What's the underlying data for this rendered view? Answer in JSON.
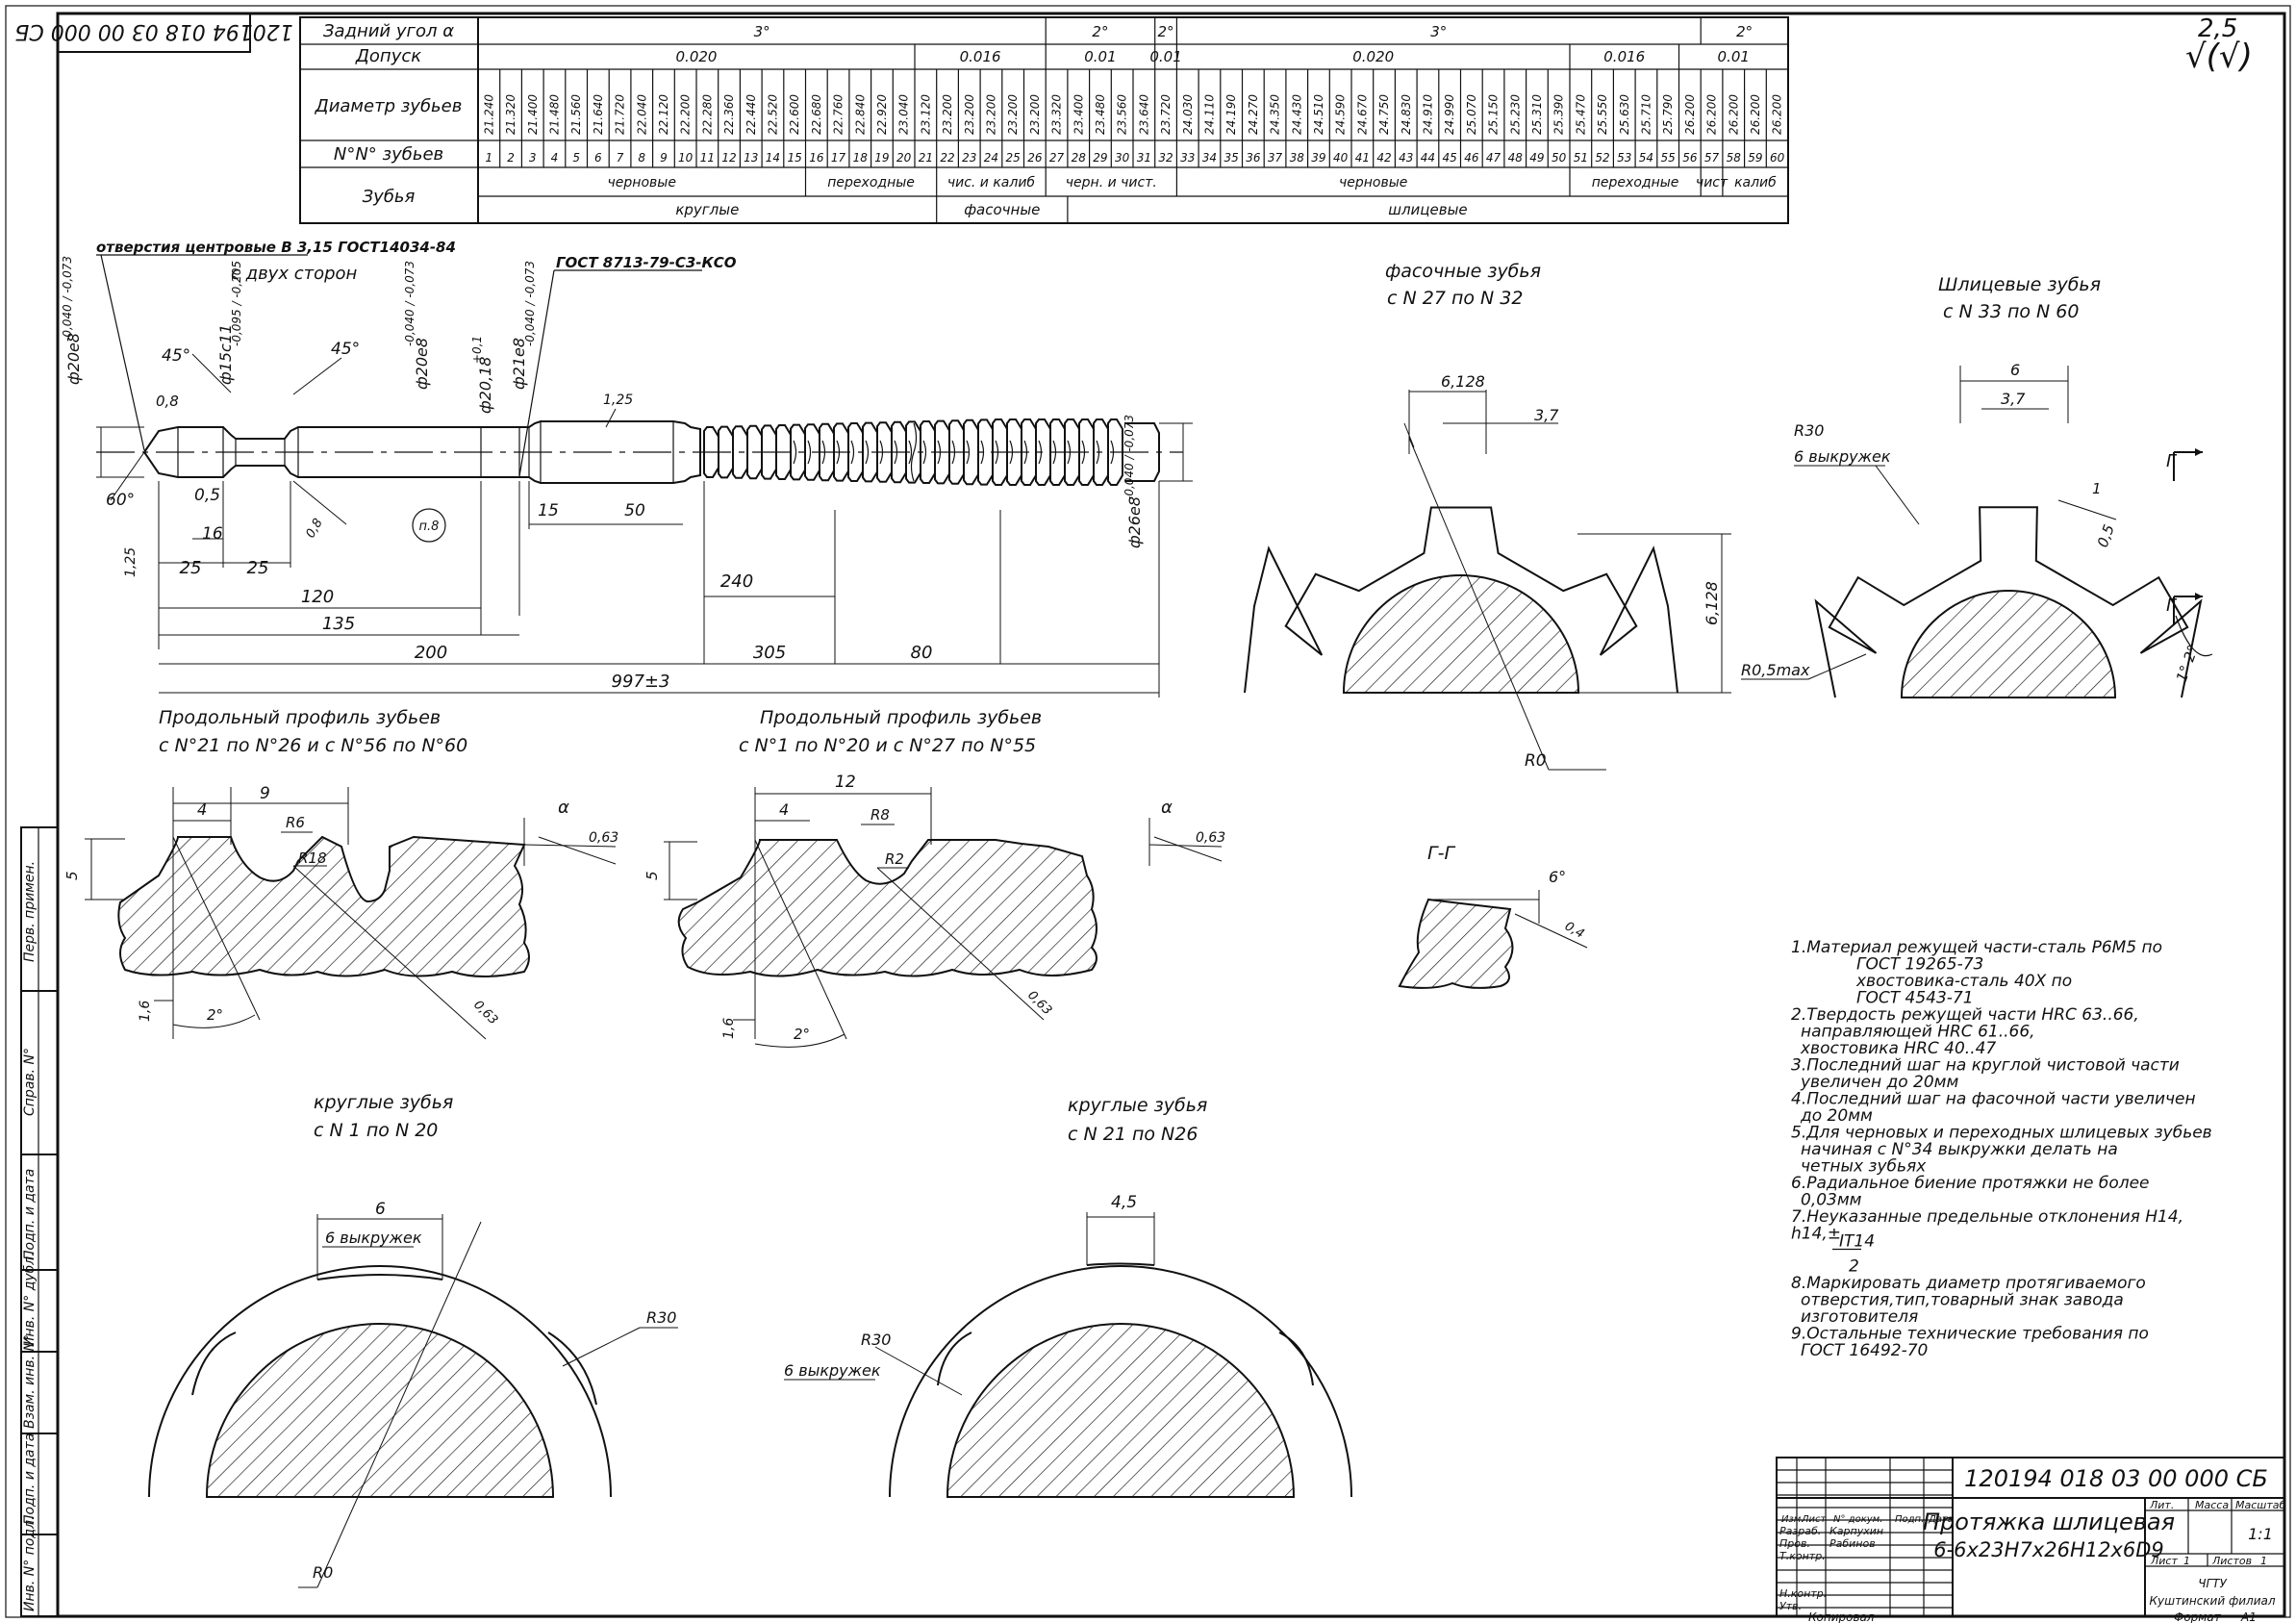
{
  "drawing": {
    "stamp_rotated": "120194 018 03 00 000 СБ",
    "roughness": "2,5",
    "roughness_symbol": "√(√)"
  },
  "tooth_table": {
    "row_labels": [
      "Задний угол α",
      "Допуск",
      "Диаметр зубьев",
      "N°N° зубьев",
      "Зубья"
    ],
    "angles": [
      "3°",
      "2°",
      "2°",
      "3°",
      "2°"
    ],
    "tolerances": [
      "0.020",
      "0.016",
      "0.01",
      "0.01",
      "0.020",
      "0.016",
      "0.01"
    ],
    "diameters": [
      "21.240",
      "21.320",
      "21.400",
      "21.480",
      "21.560",
      "21.640",
      "21.720",
      "22.040",
      "22.120",
      "22.200",
      "22.280",
      "22.360",
      "22.440",
      "22.520",
      "22.600",
      "22.680",
      "22.760",
      "22.840",
      "22.920",
      "23.040",
      "23.120",
      "23.200",
      "23.200",
      "23.200",
      "23.200",
      "23.200",
      "23.320",
      "23.400",
      "23.480",
      "23.560",
      "23.640",
      "23.720",
      "24.030",
      "24.110",
      "24.190",
      "24.270",
      "24.350",
      "24.430",
      "24.510",
      "24.590",
      "24.670",
      "24.750",
      "24.830",
      "24.910",
      "24.990",
      "25.070",
      "25.150",
      "25.230",
      "25.310",
      "25.390",
      "25.470",
      "25.550",
      "25.630",
      "25.710",
      "25.790",
      "26.200",
      "26.200",
      "26.200",
      "26.200",
      "26.200"
    ],
    "numbers": [
      "1",
      "2",
      "3",
      "4",
      "5",
      "6",
      "7",
      "8",
      "9",
      "10",
      "11",
      "12",
      "13",
      "14",
      "15",
      "16",
      "17",
      "18",
      "19",
      "20",
      "21",
      "22",
      "23",
      "24",
      "25",
      "26",
      "27",
      "28",
      "29",
      "30",
      "31",
      "32",
      "33",
      "34",
      "35",
      "36",
      "37",
      "38",
      "39",
      "40",
      "41",
      "42",
      "43",
      "44",
      "45",
      "46",
      "47",
      "48",
      "49",
      "50",
      "51",
      "52",
      "53",
      "54",
      "55",
      "56",
      "57",
      "58",
      "59",
      "60"
    ],
    "tooth_kinds": [
      "черновые",
      "переходные",
      "чис. и калиб",
      "черн. и чист.",
      "черновые",
      "переходные",
      "чист",
      "калиб"
    ],
    "tooth_groups": [
      "круглые",
      "фасочные",
      "шлицевые"
    ]
  },
  "broach_view": {
    "centre_note": "отверстия центровые В 3,15 ГОСТ14034-84",
    "centre_note_2": "с двух сторон",
    "gost_note": "ГОСТ 8713-79-С3-КСО",
    "dims": {
      "d1": "ф20е8",
      "d1_tol": "-0,040 / -0,073",
      "d2": "ф15с11",
      "d2_tol": "-0,095 / -0,205",
      "d3": "ф20е8",
      "d3_tol": "-0,040 / -0,073",
      "d4": "ф20,18",
      "d4_tol": "+0,1",
      "d5": "ф21е8",
      "d5_tol": "-0,040 / -0,073",
      "d6": "ф26е8",
      "d6_tol": "-0,040 / -0,073",
      "chamfer": "0,8",
      "angle45a": "45°",
      "angle45b": "45°",
      "angle60": "60°",
      "r05": "0,5",
      "r08": "0,8",
      "r125": "1,25",
      "r125b": "1,25",
      "l16": "16",
      "l25a": "25",
      "l25b": "25",
      "l120": "120",
      "l135": "135",
      "l200": "200",
      "l15": "15",
      "l50": "50",
      "l240": "240",
      "l305": "305",
      "l80": "80",
      "l_total": "997±3",
      "view_n": "п.8"
    }
  },
  "chamfer_view": {
    "title": "фасочные зубья",
    "subtitle": "с N 27 по N 32",
    "w": "6,128",
    "c": "3,7",
    "h": "6,128",
    "r": "R0"
  },
  "spline_view": {
    "title": "Шлицевые зубья",
    "subtitle": "с N 33 по N 60",
    "w6": "6",
    "w37": "3,7",
    "r30": "R30",
    "recess": "6 выкружек",
    "d1": "1",
    "d05": "0,5",
    "r05max": "R0,5max",
    "ang": "1°-2°"
  },
  "profile_a": {
    "title": "Продольный профиль зубьев",
    "subtitle": "с N°21 по N°26 и с N°56 по N°60",
    "p": "9",
    "s": "4",
    "r6": "R6",
    "r18": "R18",
    "h": "5",
    "alpha": "α",
    "rz": "0,63",
    "rz2": "0,63",
    "z": "1,6",
    "ang": "2°"
  },
  "profile_b": {
    "title": "Продольный профиль зубьев",
    "subtitle": "с N°1 по N°20 и с N°27 по N°55",
    "p": "12",
    "s": "4",
    "r8": "R8",
    "r2": "R2",
    "h": "5",
    "alpha": "α",
    "rz": "0,63",
    "rz2": "0,63",
    "z": "1,6",
    "ang": "2°"
  },
  "section_gg": {
    "title": "Г-Г",
    "ang": "6°",
    "rz": "0,4",
    "mark": "Г"
  },
  "round_a": {
    "title": "круглые зубья",
    "subtitle": "с N 1 по N 20",
    "w": "6",
    "recess": "6 выкружек",
    "r30": "R30",
    "r0": "R0"
  },
  "round_b": {
    "title": "круглые зубья",
    "subtitle": "с N 21 по N26",
    "w": "4,5",
    "r30": "R30",
    "recess": "6 выкружек"
  },
  "notes": [
    "1.Материал режущей части-сталь Р6М5 по",
    "ГОСТ 19265-73",
    "хвостовика-сталь 40Х по",
    "ГОСТ 4543-71",
    "2.Твердость режущей части HRC 63..66,",
    "направляющей HRC 61..66,",
    "хвостовика HRC 40..47",
    "3.Последний шаг на круглой чистовой части",
    "увеличен до 20мм",
    "4.Последний шаг на фасочной части увеличен",
    "до 20мм",
    "5.Для черновых и переходных шлицевых зубьев",
    "начиная с N°34 выкружки делать на",
    "четных зубьях",
    "6.Радиальное биение протяжки не более",
    "0,03мм",
    "7.Неуказанные предельные отклонения H14,",
    "h14,±",
    "IT14",
    "2",
    "8.Маркировать диаметр протягиваемого",
    "отверстия,тип,товарный знак завода",
    "изготовителя",
    "9.Остальные технические требования по",
    "ГОСТ 16492-70"
  ],
  "side_stamps": [
    "Перв. примен.",
    "Справ. N°",
    "Подп. и дата",
    "Инв. N° дубл.",
    "Взам. инв. N°",
    "Подп. и дата",
    "Инв. N° подл."
  ],
  "title_block": {
    "code": "120194 018 03 00 000 СБ",
    "name_line1": "Протяжка шлицевая",
    "name_line2": "6-6х23Н7х26Н12х6D9",
    "lit": "Лит.",
    "mass": "Масса",
    "scale": "Масштаб",
    "scale_val": "1:1",
    "sheet": "Лист",
    "sheet_val": "1",
    "sheets": "Листов",
    "sheets_val": "1",
    "org1": "ЧГТУ",
    "org2": "Куштинский филиал",
    "col_izm": "Изм.",
    "col_list": "Лист",
    "col_doc": "N° докум.",
    "col_podp": "Подп.",
    "col_date": "Дата",
    "razrab": "Разраб.",
    "prov": "Пров.",
    "tkontr": "Т.контр.",
    "nkontr": "Н.контр.",
    "utv": "Утв.",
    "razrab_name": "Карпухин",
    "prov_name": "Рабинов",
    "copied": "Копировал",
    "format": "Формат",
    "format_val": "А1"
  }
}
